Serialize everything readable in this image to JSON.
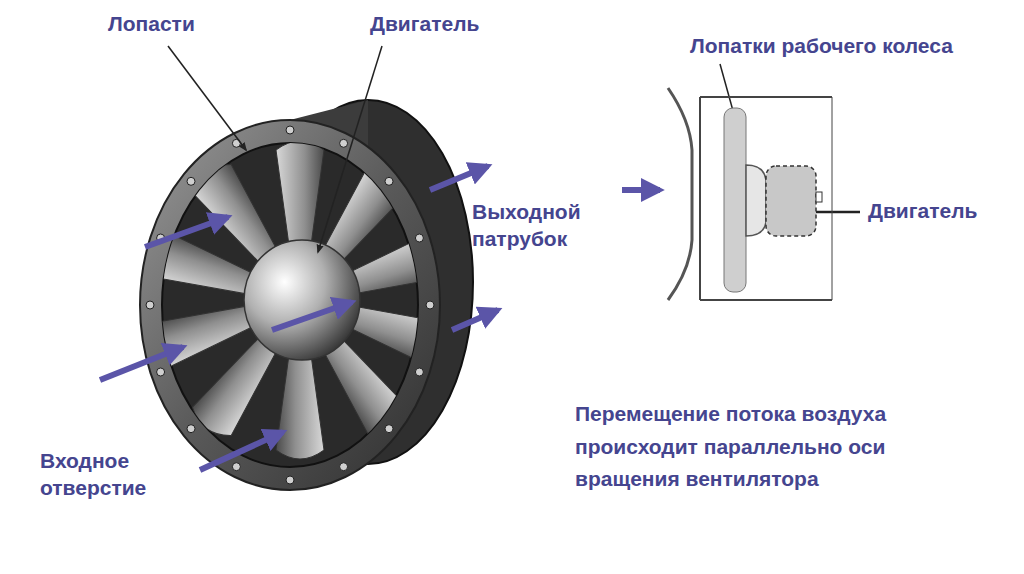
{
  "diagram": {
    "labels": [
      "Лопасти",
      "Двигатель",
      "Выходной патрубок",
      "Входное отверстие",
      "Лопатки рабочего колеса",
      "Двигатель",
      "Перемещение потока воздуха происходит параллельно оси вращения вентилятора"
    ]
  }
}
